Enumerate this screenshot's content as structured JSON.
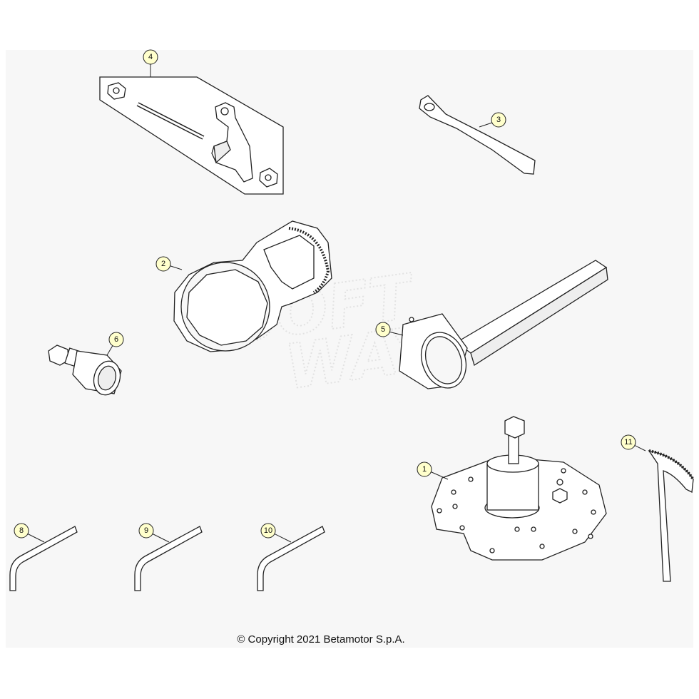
{
  "diagram": {
    "callouts": [
      {
        "id": "1",
        "label": "1"
      },
      {
        "id": "2",
        "label": "2"
      },
      {
        "id": "3",
        "label": "3"
      },
      {
        "id": "4",
        "label": "4"
      },
      {
        "id": "5",
        "label": "5"
      },
      {
        "id": "6",
        "label": "6"
      },
      {
        "id": "8",
        "label": "8"
      },
      {
        "id": "9",
        "label": "9"
      },
      {
        "id": "10",
        "label": "10"
      },
      {
        "id": "11",
        "label": "11"
      }
    ],
    "watermark": {
      "line1": "SOFT",
      "line2": "WAY"
    },
    "colors": {
      "callout_fill": "#ffffcc",
      "line": "#222222",
      "part_fill": "#ffffff",
      "panel": "#f7f7f7"
    }
  },
  "footer": {
    "copyright": "© Copyright 2021 Betamotor S.p.A."
  }
}
